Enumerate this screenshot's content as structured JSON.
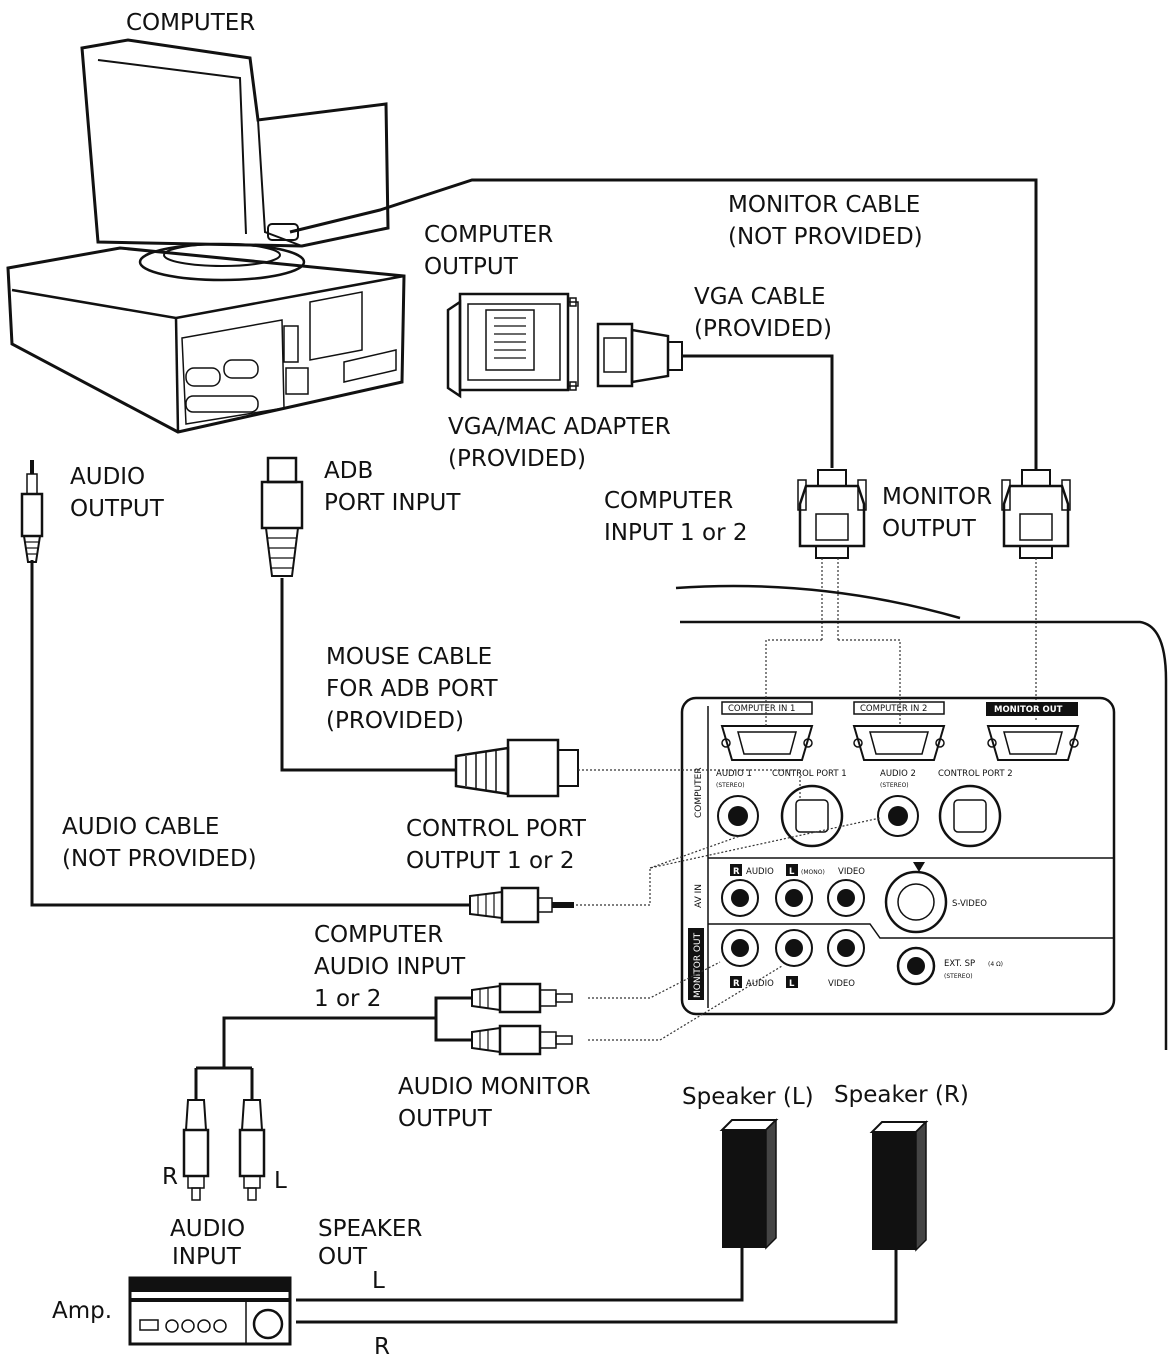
{
  "labels": {
    "computer": "COMPUTER",
    "monitor_cable": [
      "MONITOR CABLE",
      "(NOT PROVIDED)"
    ],
    "computer_output": [
      "COMPUTER",
      "OUTPUT"
    ],
    "vga_cable": [
      "VGA CABLE",
      "(PROVIDED)"
    ],
    "vga_mac_adapter": [
      "VGA/MAC ADAPTER",
      "(PROVIDED)"
    ],
    "audio_output": [
      "AUDIO",
      "OUTPUT"
    ],
    "adb_port_input": [
      "ADB",
      "PORT INPUT"
    ],
    "computer_input": [
      "COMPUTER",
      "INPUT 1 or 2"
    ],
    "monitor_output": [
      "MONITOR",
      "OUTPUT"
    ],
    "mouse_cable": [
      "MOUSE CABLE",
      "FOR ADB PORT",
      "(PROVIDED)"
    ],
    "audio_cable": [
      "AUDIO CABLE",
      "(NOT PROVIDED)"
    ],
    "control_port_output": [
      "CONTROL PORT",
      "OUTPUT 1 or 2"
    ],
    "computer_audio_input": [
      "COMPUTER",
      "AUDIO INPUT",
      "1 or 2"
    ],
    "audio_monitor_output": [
      "AUDIO MONITOR",
      "OUTPUT"
    ],
    "speaker_left": "Speaker (L)",
    "speaker_right": "Speaker (R)",
    "plug_r": "R",
    "plug_l": "L",
    "audio_input": [
      "AUDIO",
      "INPUT"
    ],
    "speaker_out": [
      "SPEAKER",
      "OUT"
    ],
    "speaker_out_l": "L",
    "speaker_out_r": "R",
    "amp": "Amp."
  },
  "panel": {
    "computer_in_1": "COMPUTER IN 1",
    "computer_in_2": "COMPUTER IN 2",
    "monitor_out": "MONITOR OUT",
    "audio_1": "AUDIO 1",
    "audio_1_sub": "(STEREO)",
    "control_port_1": "CONTROL PORT 1",
    "audio_2": "AUDIO 2",
    "audio_2_sub": "(STEREO)",
    "control_port_2": "CONTROL PORT 2",
    "section_computer": "COMPUTER",
    "section_av_in": "AV IN",
    "section_monitor_out": "MONITOR OUT",
    "av_r": "R",
    "av_audio": "AUDIO",
    "av_l": "L",
    "av_mono": "(MONO)",
    "av_video": "VIDEO",
    "s_video": "S-VIDEO",
    "mo_r": "R",
    "mo_audio": "AUDIO",
    "mo_l": "L",
    "mo_video": "VIDEO",
    "ext_sp": "EXT. SP",
    "ext_sp_ohm": "(4 Ω)",
    "ext_sp_sub": "(STEREO)"
  }
}
